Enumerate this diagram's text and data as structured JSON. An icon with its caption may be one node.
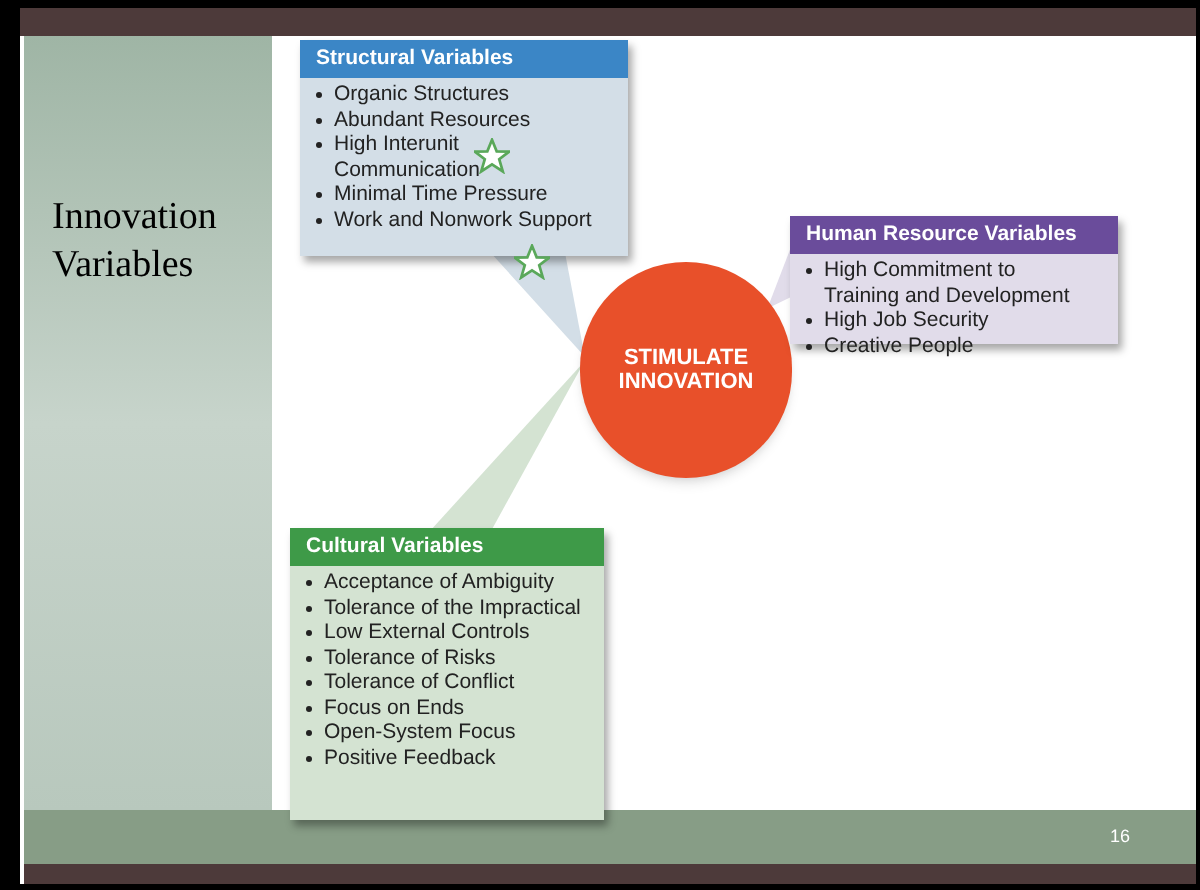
{
  "diagram": {
    "nodes": [
      {
        "text": [
          "Structural Variables",
          "Organic Structures",
          "Abundant Resources",
          "High Interunit Communication",
          "Minimal Time Pressure",
          "Work and Nonwork Support"
        ]
      },
      {
        "text": [
          "STIMULATE INNOVATION"
        ]
      },
      {
        "text": [
          "Human Resource Variables",
          "High Commitment to Training and Development",
          "High Job Security",
          "Creative People"
        ]
      },
      {
        "text": [
          "Cultural Variables",
          "Acceptance of Ambiguity",
          "Tolerance of the Impractical",
          "Low External Controls",
          "Tolerance of Risks",
          "Tolerance of Conflict",
          "Focus on Ends",
          "Open-System Focus",
          "Positive Feedback"
        ]
      }
    ],
    "edges": [
      {
        "from": 0,
        "to": 1,
        "arrow": "to"
      },
      {
        "from": 2,
        "to": 1,
        "arrow": "to"
      },
      {
        "from": 3,
        "to": 1,
        "arrow": "to"
      }
    ],
    "labels": [
      "Innovation Variables",
      "16"
    ]
  }
}
